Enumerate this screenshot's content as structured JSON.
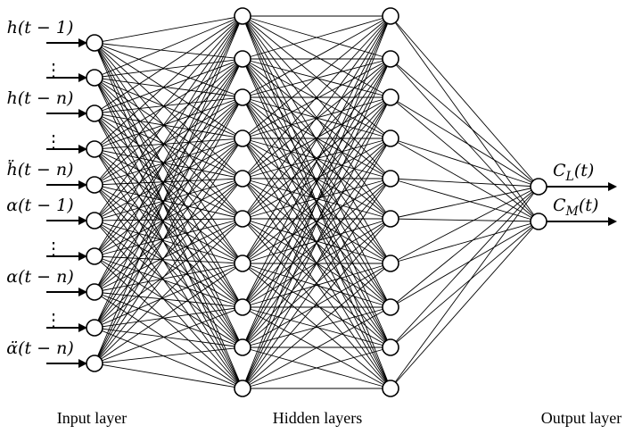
{
  "layers": {
    "input": {
      "caption": "Input layer",
      "node_count": 10
    },
    "hidden_1": {
      "node_count": 10
    },
    "hidden_2": {
      "node_count": 10
    },
    "hidden_caption": "Hidden layers",
    "output": {
      "caption": "Output layer",
      "node_count": 2
    }
  },
  "input_labels": [
    "h(t − 1)",
    "⋮",
    "h(t − n)",
    "⋮",
    "ḧ(t − n)",
    "α(t − 1)",
    "⋮",
    "α(t − n)",
    "⋮",
    "α̈(t − n)"
  ],
  "output_labels": [
    "C_L(t)",
    "C_M(t)"
  ],
  "connectivity": "fully-connected"
}
